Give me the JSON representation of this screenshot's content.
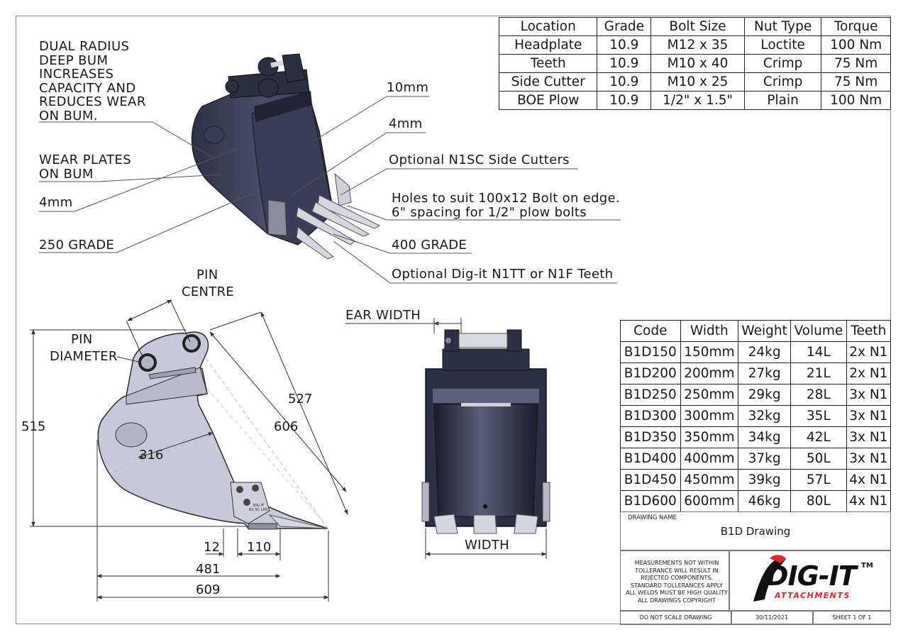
{
  "callouts": {
    "dual_radius": [
      "DUAL RADIUS",
      "DEEP BUM",
      "INCREASES",
      "CAPACITY AND",
      "REDUCES WEAR",
      "ON BUM."
    ],
    "wear_plates": [
      "WEAR PLATES",
      "ON BUM"
    ],
    "left_4mm": "4mm",
    "grade_250": "250 GRADE",
    "right_10mm": "10mm",
    "right_4mm": "4mm",
    "side_cutters": "Optional N1SC Side Cutters",
    "holes_line1": "Holes to suit 100x12 Bolt on edge.",
    "holes_line2": "6\" spacing for 1/2\" plow bolts",
    "grade_400": "400 GRADE",
    "teeth": "Optional Dig-it N1TT or N1F Teeth"
  },
  "bolt_table": {
    "headers": [
      "Location",
      "Grade",
      "Bolt Size",
      "Nut Type",
      "Torque"
    ],
    "rows": [
      [
        "Headplate",
        "10.9",
        "M12 x 35",
        "Loctite",
        "100 Nm"
      ],
      [
        "Teeth",
        "10.9",
        "M10 x 40",
        "Crimp",
        "75 Nm"
      ],
      [
        "Side Cutter",
        "10.9",
        "M10 x 25",
        "Crimp",
        "75 Nm"
      ],
      [
        "BOE Plow",
        "10.9",
        "1/2\" x 1.5\"",
        "Plain",
        "100 Nm"
      ]
    ]
  },
  "side_view": {
    "pin_centre": [
      "PIN",
      "CENTRE"
    ],
    "pin_diameter": [
      "PIN",
      "DIAMETER"
    ],
    "dim_515": "515",
    "dim_316": "316",
    "dim_527": "527",
    "dim_606": "606",
    "dim_12": "12",
    "dim_110": "110",
    "dim_481": "481",
    "dim_609": "609",
    "bucket_plate_text": [
      "DIG-IT",
      "N1 SC LHS"
    ]
  },
  "front_view": {
    "ear_width": "EAR WIDTH",
    "width": "WIDTH"
  },
  "spec_table": {
    "headers": [
      "Code",
      "Width",
      "Weight",
      "Volume",
      "Teeth"
    ],
    "rows": [
      [
        "B1D150",
        "150mm",
        "24kg",
        "14L",
        "2x N1"
      ],
      [
        "B1D200",
        "200mm",
        "27kg",
        "21L",
        "2x N1"
      ],
      [
        "B1D250",
        "250mm",
        "29kg",
        "28L",
        "3x N1"
      ],
      [
        "B1D300",
        "300mm",
        "32kg",
        "35L",
        "3x N1"
      ],
      [
        "B1D350",
        "350mm",
        "34kg",
        "42L",
        "3x N1"
      ],
      [
        "B1D400",
        "400mm",
        "37kg",
        "50L",
        "3x N1"
      ],
      [
        "B1D450",
        "450mm",
        "39kg",
        "57L",
        "4x N1"
      ],
      [
        "B1D600",
        "600mm",
        "46kg",
        "80L",
        "4x N1"
      ]
    ]
  },
  "title_block": {
    "drawing_name_label": "DRAWING NAME",
    "drawing_name": "B1D Drawing",
    "notes": [
      "MEASUREMENTS NOT WITHIN",
      "TOLLERANCE WILL RESULT IN",
      "REJECTED COMPONENTS.",
      "STANDARD TOLLERANCES APPLY",
      "ALL WELDS MUST BE HIGH QUALITY",
      "ALL DRAWINGS COPYRIGHT"
    ],
    "logo_main": "DIG-IT",
    "logo_tm": "TM",
    "logo_sub": "ATTACHMENTS",
    "scale_note": "DO NOT SCALE DRAWING",
    "date": "30/11/2021",
    "sheet": "SHEET 1 OF 1"
  },
  "colors": {
    "bucket_dark": "#3f4258",
    "bucket_light": "#c8c9d6",
    "brand_red": "#d7282f",
    "line": "#444444"
  }
}
